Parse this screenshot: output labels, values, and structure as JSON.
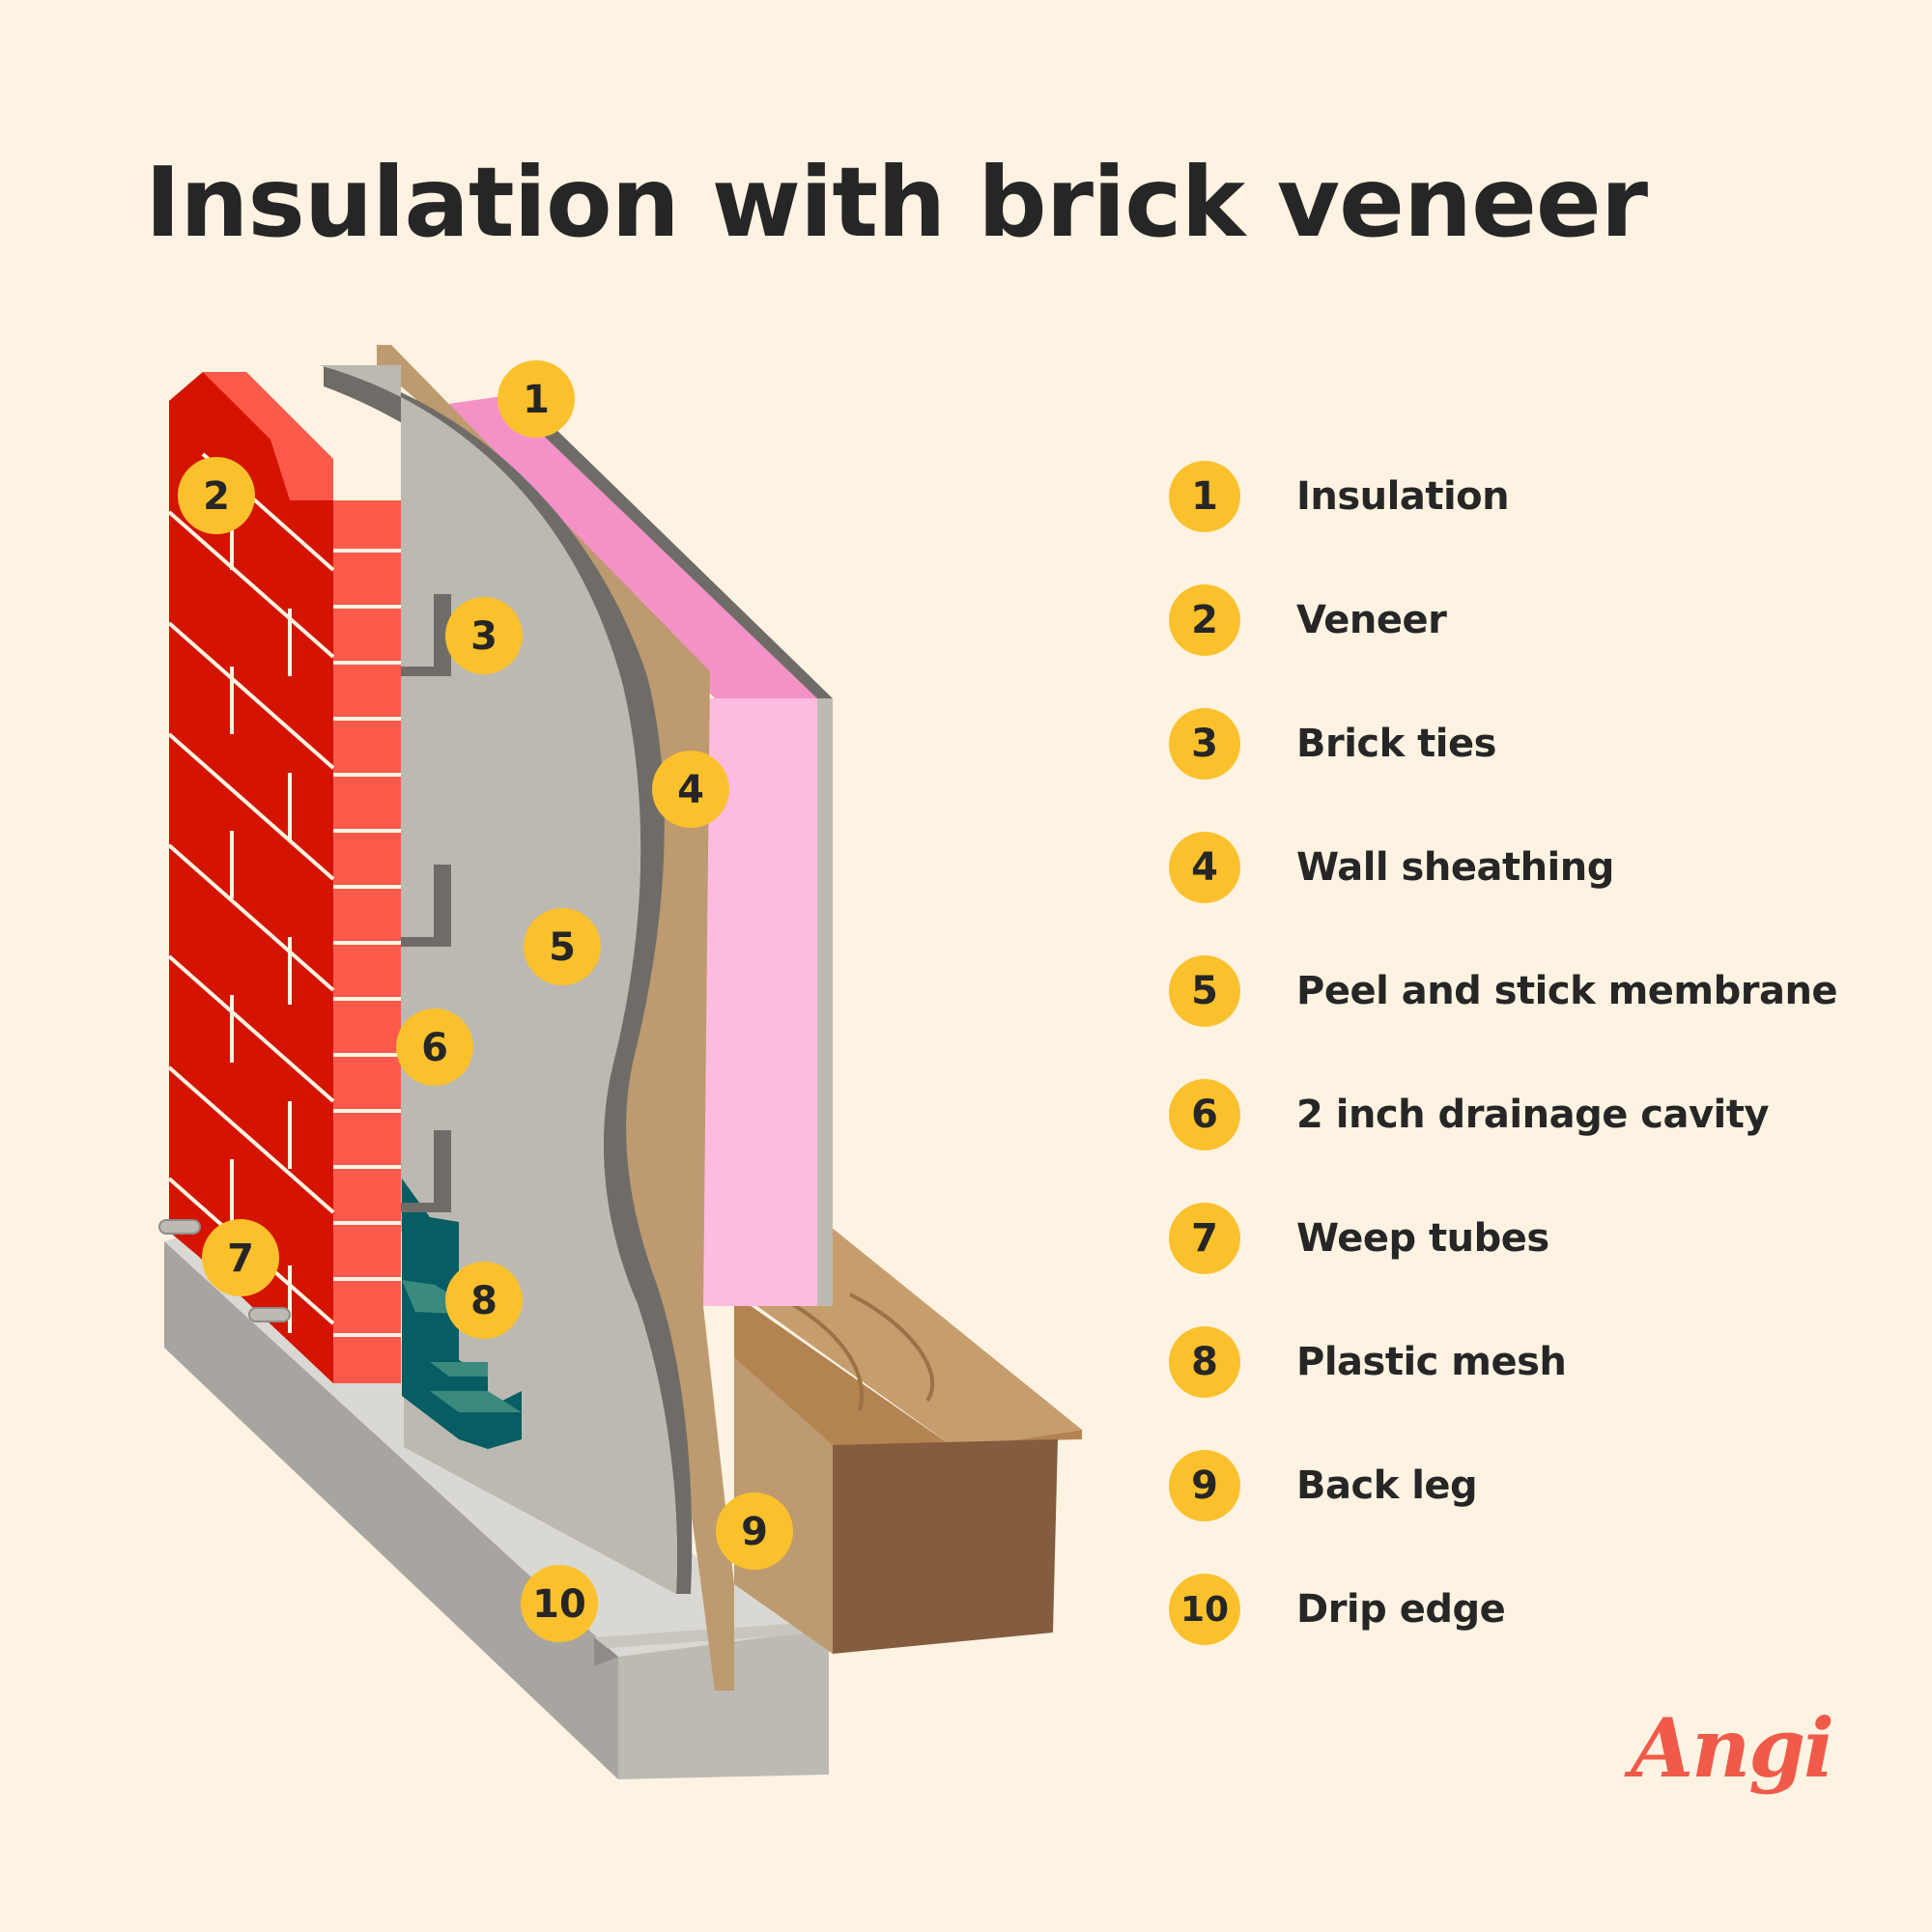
{
  "title": "Insulation with brick veneer",
  "legend": [
    {
      "number": "1",
      "label": "Insulation"
    },
    {
      "number": "2",
      "label": "Veneer"
    },
    {
      "number": "3",
      "label": "Brick ties"
    },
    {
      "number": "4",
      "label": "Wall sheathing"
    },
    {
      "number": "5",
      "label": "Peel and stick membrane"
    },
    {
      "number": "6",
      "label": "2 inch drainage cavity"
    },
    {
      "number": "7",
      "label": "Weep tubes"
    },
    {
      "number": "8",
      "label": "Plastic mesh"
    },
    {
      "number": "9",
      "label": "Back leg"
    },
    {
      "number": "10",
      "label": "Drip edge"
    }
  ],
  "callouts": [
    "1",
    "2",
    "3",
    "4",
    "5",
    "6",
    "7",
    "8",
    "9",
    "10"
  ],
  "brand": "Angi",
  "colors": {
    "background": "#FEF3E2",
    "badge": "#FBC12D",
    "text": "#262626",
    "brick": "#FE5A4C",
    "brick_dark": "#D41400",
    "membrane": "#BCB9B2",
    "insulation": "#FDBBE0",
    "sheathing": "#BD9A6F",
    "mesh": "#075D63",
    "concrete": "#BDBAB3",
    "brand": "#F05A4A"
  }
}
